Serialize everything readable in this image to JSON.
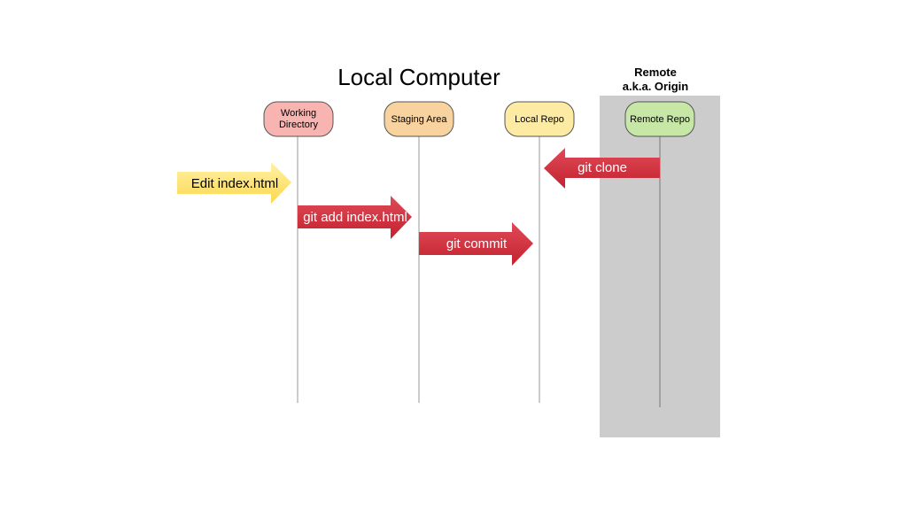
{
  "title": "Local Computer",
  "remote": {
    "line1": "Remote",
    "line2": "a.k.a. Origin",
    "region_fill": "#cccccc"
  },
  "lanes": [
    {
      "line1": "Working",
      "line2": "Directory",
      "fill": "#f8b4b0",
      "stroke": "#555555"
    },
    {
      "line1": "Staging Area",
      "line2": "",
      "fill": "#f9d39f",
      "stroke": "#555555"
    },
    {
      "line1": "Local Repo",
      "line2": "",
      "fill": "#fdeaa3",
      "stroke": "#555555"
    },
    {
      "line1": "Remote Repo",
      "line2": "",
      "fill": "#c7e7a6",
      "stroke": "#555555"
    }
  ],
  "arrows": [
    {
      "label": "Edit index.html",
      "fill": "#fde784",
      "text_color": "#000000"
    },
    {
      "label": "git add index.html",
      "fill": "#d32f3f",
      "text_color": "#ffffff"
    },
    {
      "label": "git commit",
      "fill": "#d32f3f",
      "text_color": "#ffffff"
    },
    {
      "label": "git clone",
      "fill": "#d32f3f",
      "text_color": "#ffffff"
    }
  ]
}
